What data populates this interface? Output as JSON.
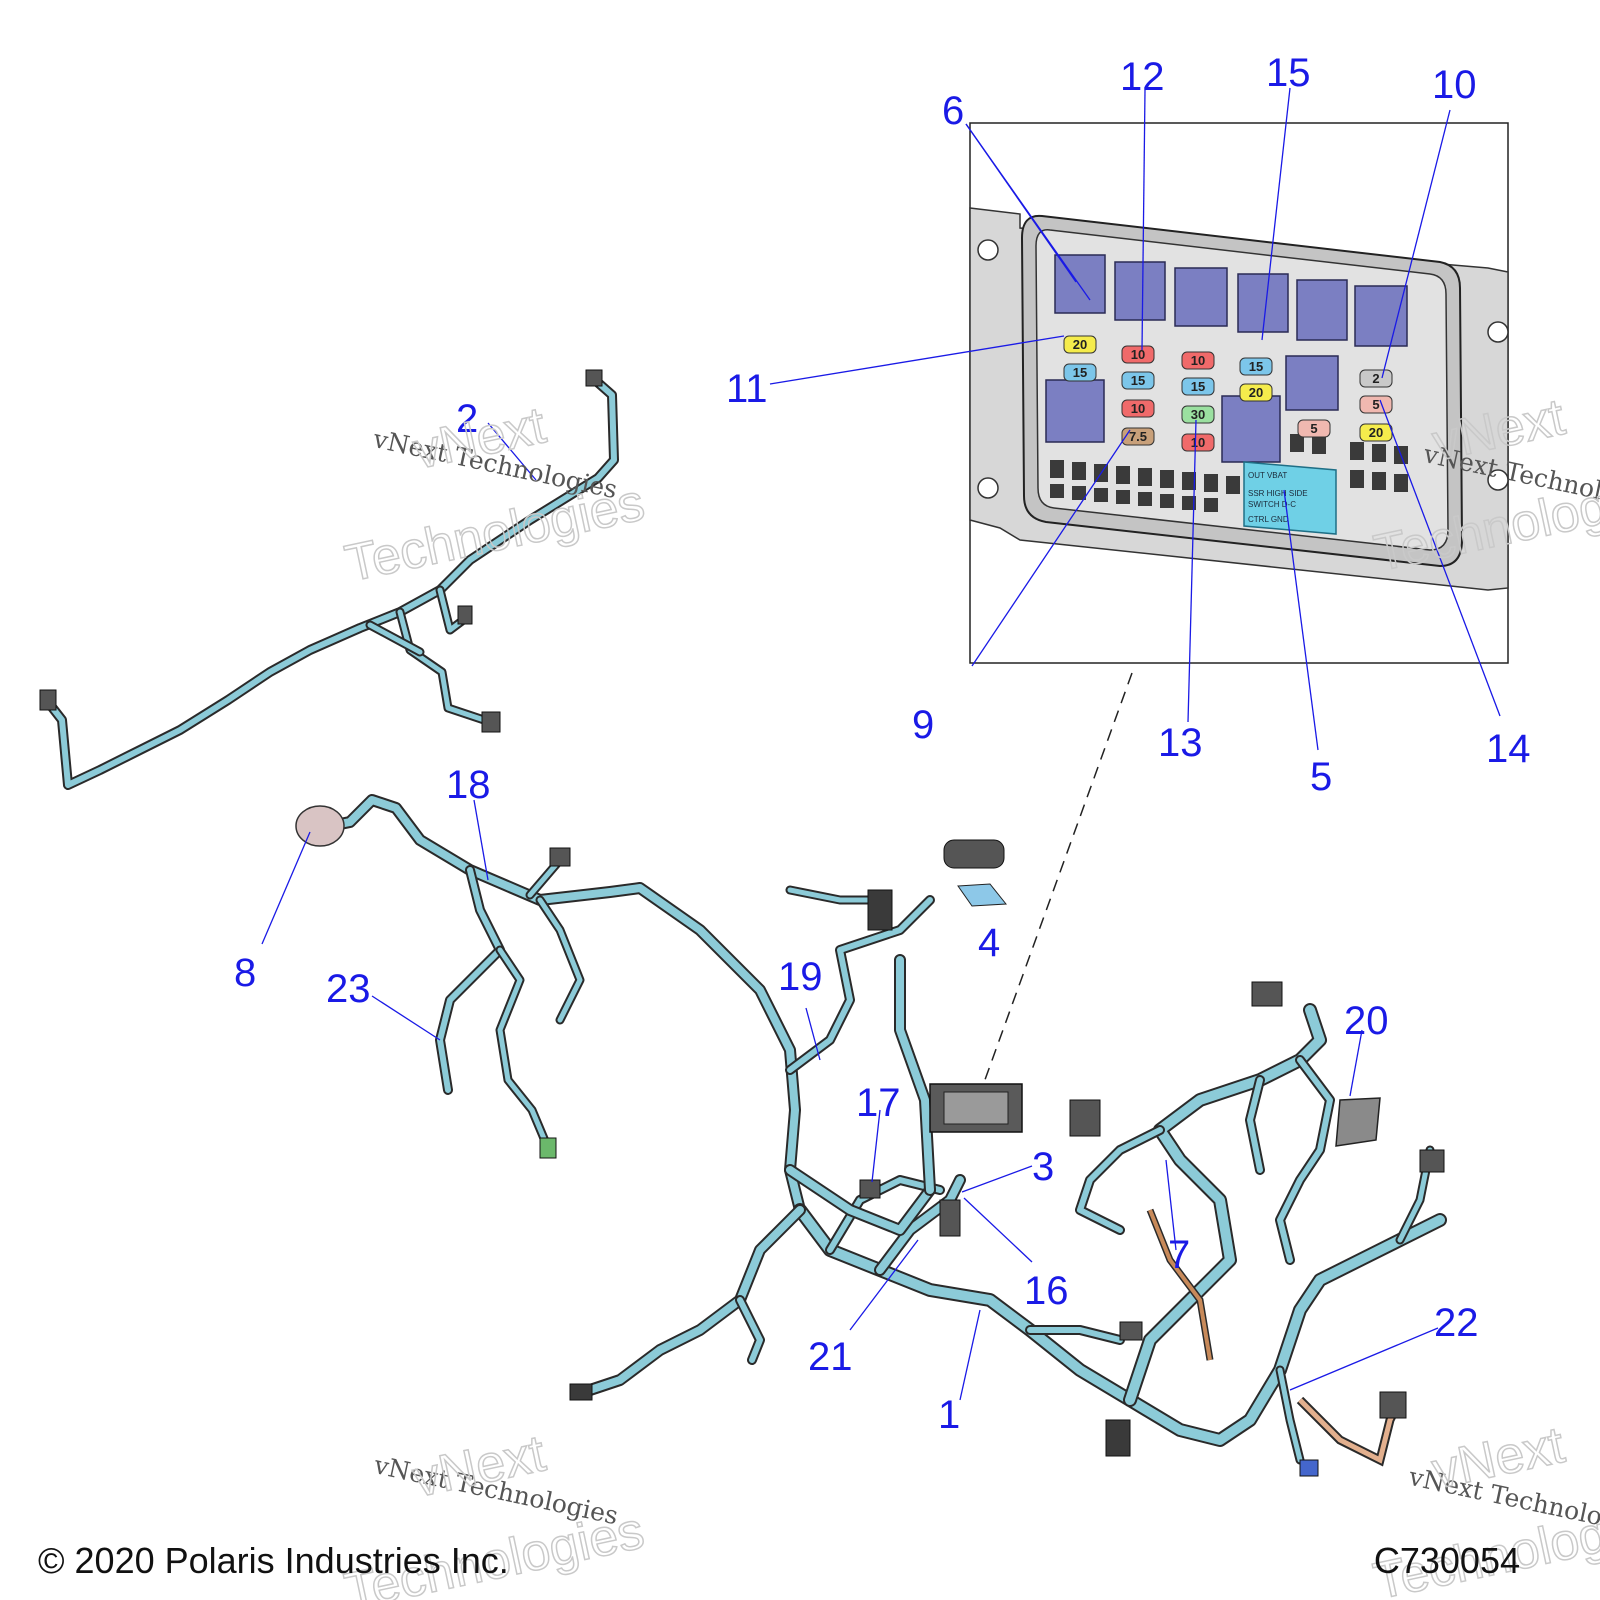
{
  "callouts": [
    {
      "id": "2",
      "label": "2"
    },
    {
      "id": "6",
      "label": "6"
    },
    {
      "id": "12",
      "label": "12"
    },
    {
      "id": "15",
      "label": "15"
    },
    {
      "id": "10",
      "label": "10"
    },
    {
      "id": "11",
      "label": "11"
    },
    {
      "id": "9",
      "label": "9"
    },
    {
      "id": "13",
      "label": "13"
    },
    {
      "id": "5",
      "label": "5"
    },
    {
      "id": "14",
      "label": "14"
    },
    {
      "id": "18",
      "label": "18"
    },
    {
      "id": "8",
      "label": "8"
    },
    {
      "id": "23",
      "label": "23"
    },
    {
      "id": "4",
      "label": "4"
    },
    {
      "id": "19",
      "label": "19"
    },
    {
      "id": "20",
      "label": "20"
    },
    {
      "id": "17",
      "label": "17"
    },
    {
      "id": "3",
      "label": "3"
    },
    {
      "id": "16",
      "label": "16"
    },
    {
      "id": "7",
      "label": "7"
    },
    {
      "id": "21",
      "label": "21"
    },
    {
      "id": "22",
      "label": "22"
    },
    {
      "id": "1",
      "label": "1"
    }
  ],
  "fuses": [
    {
      "label": "20",
      "color": "#f5ec4c"
    },
    {
      "label": "10",
      "color": "#f06a6a"
    },
    {
      "label": "10",
      "color": "#f06a6a"
    },
    {
      "label": "15",
      "color": "#7cc6ea"
    },
    {
      "label": "15",
      "color": "#7cc6ea"
    },
    {
      "label": "15",
      "color": "#7cc6ea"
    },
    {
      "label": "15",
      "color": "#7cc6ea"
    },
    {
      "label": "20",
      "color": "#f5ec4c"
    },
    {
      "label": "10",
      "color": "#f06a6a"
    },
    {
      "label": "30",
      "color": "#9be0a0"
    },
    {
      "label": "7.5",
      "color": "#c8a07a"
    },
    {
      "label": "10",
      "color": "#f06a6a"
    },
    {
      "label": "2",
      "color": "#c9c9c9"
    },
    {
      "label": "5",
      "color": "#f0b8b0"
    },
    {
      "label": "5",
      "color": "#f0b8b0"
    },
    {
      "label": "20",
      "color": "#f5ec4c"
    }
  ],
  "relay_module": {
    "lines": [
      "OUT   VBAT",
      "SSR  HIGH  SIDE",
      "SWITCH  D-C",
      "CTRL      GND"
    ]
  },
  "watermark": {
    "line1": "vNext Technologies",
    "line2": "vNext",
    "line3": "Technologies"
  },
  "footer": {
    "copyright": "© 2020 Polaris Industries Inc.",
    "drawing_id": "C730054"
  },
  "colors": {
    "callout": "#1a1ae6",
    "harness": "#8ccbd8",
    "relay": "#7b7fc2"
  }
}
